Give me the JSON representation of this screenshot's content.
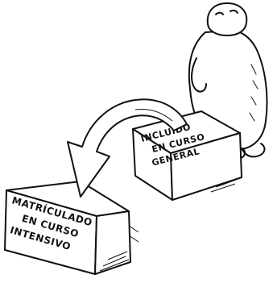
{
  "illustration": {
    "colors": {
      "ink": "#111111",
      "paper": "#ffffff"
    },
    "box_back": {
      "lines": [
        "INCLUIDO",
        "EN CURSO",
        "GENERAL"
      ]
    },
    "box_front": {
      "lines": [
        "MATRÍCULADO",
        "EN CURSO",
        "INTENSIVO"
      ]
    },
    "character": {
      "icon": "cartoon-figure-icon"
    },
    "arrow": {
      "icon": "curved-arrow-icon"
    }
  }
}
